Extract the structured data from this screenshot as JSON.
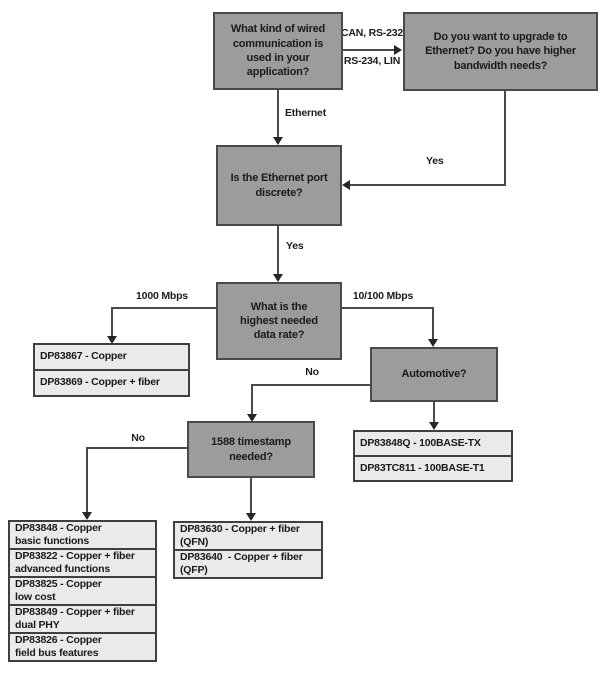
{
  "colors": {
    "background": "#ffffff",
    "node_fill": "#9c9c9c",
    "node_border": "#4a4a4a",
    "result_fill": "#eaeaea",
    "result_border": "#3f3f3f",
    "connector": "#4a4a4a",
    "text": "#1a1a1a"
  },
  "nodes": {
    "question_wired": "What kind of wired communication is used in your application?",
    "question_upgrade": "Do you want to upgrade to Ethernet? Do you have higher bandwidth needs?",
    "question_discrete": "Is the Ethernet port discrete?",
    "question_rate": "What is the highest needed data rate?",
    "question_automotive": "Automotive?",
    "question_1588": "1588 timestamp needed?"
  },
  "edge_labels": {
    "can_rs232": "CAN, RS-232",
    "rs234_lin": "RS-234, LIN",
    "ethernet": "Ethernet",
    "upgrade_yes": "Yes",
    "discrete_yes": "Yes",
    "rate_1000": "1000 Mbps",
    "rate_10_100": "10/100 Mbps",
    "automotive_no": "No",
    "timestamp_no": "No"
  },
  "results": {
    "gigabit": [
      "DP83867 - Copper",
      "DP83869 - Copper + fiber"
    ],
    "automotive": [
      "DP83848Q - 100BASE-TX",
      "DP83TC811 - 100BASE-T1"
    ],
    "general": [
      {
        "part": "DP83848 - Copper",
        "feature": "basic functions"
      },
      {
        "part": "DP83822 - Copper + fiber",
        "feature": "advanced functions"
      },
      {
        "part": "DP83825 - Copper",
        "feature": "low cost"
      },
      {
        "part": "DP83849 - Copper + fiber",
        "feature": "dual PHY"
      },
      {
        "part": "DP83826 - Copper",
        "feature": "field bus features"
      }
    ],
    "timestamp": [
      {
        "part": "DP83630 - Copper + fiber",
        "feature": "(QFN)"
      },
      {
        "part": "DP83640  - Copper + fiber",
        "feature": "(QFP)"
      }
    ]
  }
}
